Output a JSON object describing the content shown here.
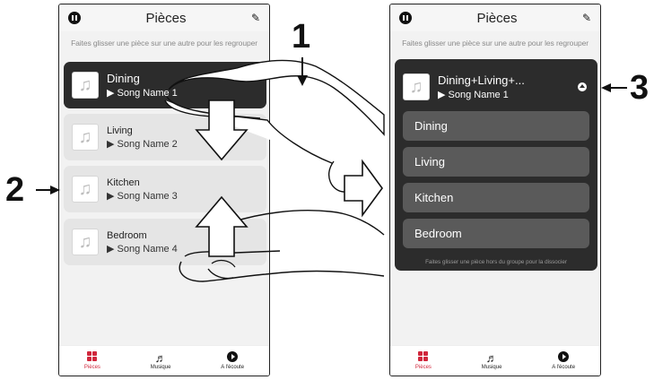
{
  "left_phone": {
    "title": "Pièces",
    "hint": "Faites glisser une pièce sur une autre pour les regrouper",
    "rooms": [
      {
        "name": "Dining",
        "song": "▶ Song Name 1",
        "active": true
      },
      {
        "name": "Living",
        "song": "▶ Song Name 2",
        "active": false
      },
      {
        "name": "Kitchen",
        "song": "▶ Song Name 3",
        "active": false
      },
      {
        "name": "Bedroom",
        "song": "▶ Song Name 4",
        "active": false
      }
    ],
    "tabs": [
      {
        "label": "Pièces",
        "icon": "rooms-grid-icon"
      },
      {
        "label": "Musique",
        "icon": "music-note-icon"
      },
      {
        "label": "A l'écoute",
        "icon": "now-playing-icon"
      }
    ]
  },
  "right_phone": {
    "title": "Pièces",
    "hint": "Faites glisser une pièce sur une autre pour les regrouper",
    "group": {
      "name": "Dining+Living+...",
      "song": "▶ Song Name 1",
      "members": [
        "Dining",
        "Living",
        "Kitchen",
        "Bedroom"
      ],
      "hint": "Faites glisser une pièce hors du groupe pour la dissocier"
    },
    "tabs": [
      {
        "label": "Pièces",
        "icon": "rooms-grid-icon"
      },
      {
        "label": "Musique",
        "icon": "music-note-icon"
      },
      {
        "label": "A l'écoute",
        "icon": "now-playing-icon"
      }
    ]
  },
  "callouts": {
    "one": "1",
    "two": "2",
    "three": "3"
  },
  "colors": {
    "accent": "#d0273c",
    "active_room": "#2c2c2c",
    "sub_room": "#5a5a5a"
  }
}
